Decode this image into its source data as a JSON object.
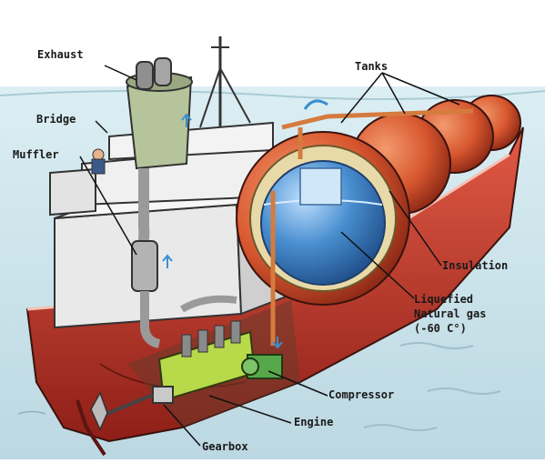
{
  "labels": {
    "exhaust": "Exhaust",
    "bridge": "Bridge",
    "muffler": "Muffler",
    "tanks": "Tanks",
    "insulation": "Insulation",
    "lng_line1": "Liquefied",
    "lng_line2": "Natural gas",
    "lng_line3": "(-60 C°)",
    "compressor": "Compressor",
    "engine": "Engine",
    "gearbox": "Gearbox"
  },
  "colors": {
    "sea": "#cfe3ea",
    "hull": "#c9342a",
    "tank": "#d8572f",
    "lng": "#4a8fd0",
    "insulation": "#e8d9a8",
    "engine": "#b7d94a",
    "compressor": "#57a84a",
    "superstructure": "#e9e9e9"
  }
}
